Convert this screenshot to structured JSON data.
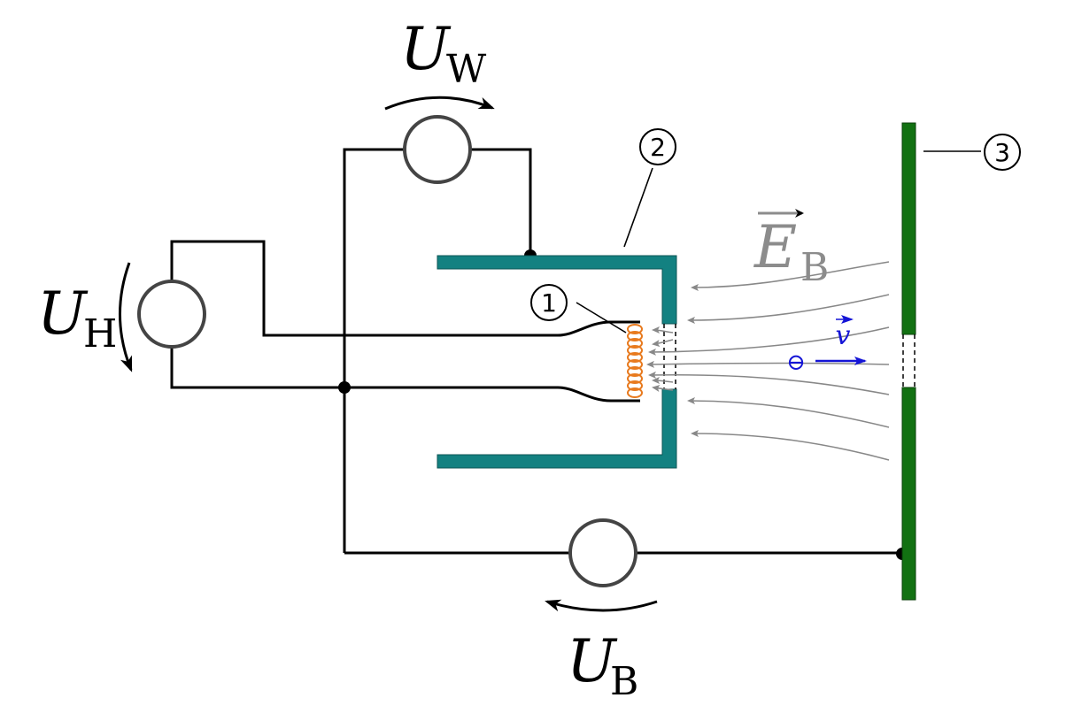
{
  "labels": {
    "u_w": {
      "main": "U",
      "sub": "W"
    },
    "u_h": {
      "main": "U",
      "sub": "H"
    },
    "u_b": {
      "main": "U",
      "sub": "B"
    },
    "e_b": {
      "main": "E",
      "sub": "B"
    },
    "velocity": "v",
    "electron": "⊖"
  },
  "markers": {
    "filament": "1",
    "wehnelt": "2",
    "anode": "3"
  },
  "colors": {
    "wire": "#000000",
    "source": "#444444",
    "wehnelt": "#138181",
    "anode": "#127112",
    "filament": "#e87a1e",
    "field_lines": "#888888",
    "field_label": "#8c8c8c",
    "electron": "#1414d6"
  }
}
